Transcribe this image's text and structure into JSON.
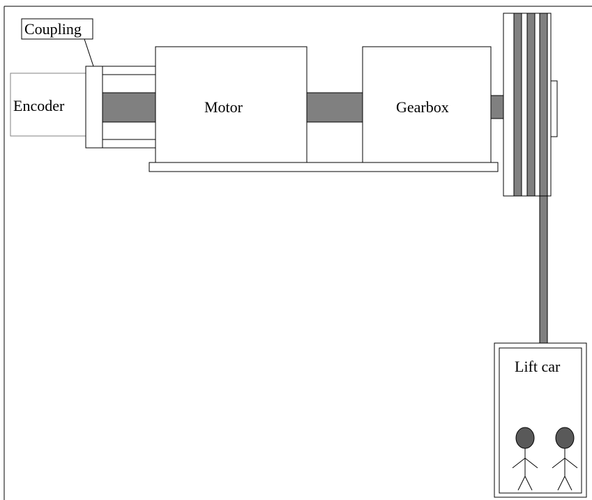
{
  "labels": {
    "coupling": "Coupling",
    "encoder": "Encoder",
    "motor": "Motor",
    "gearbox": "Gearbox",
    "lift_car": "Lift car"
  },
  "colors": {
    "line": "#000000",
    "shaft": "#808080",
    "person": "#595959",
    "background": "#ffffff"
  }
}
